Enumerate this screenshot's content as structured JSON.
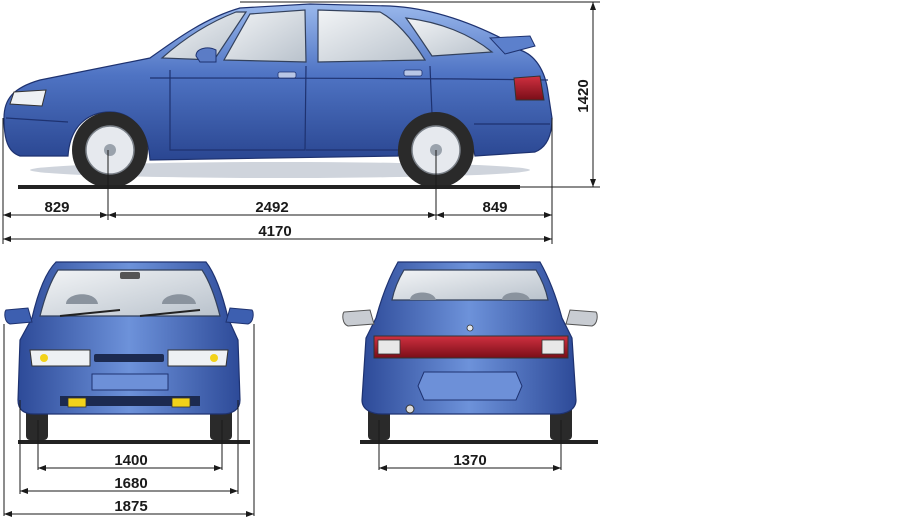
{
  "dimensions": {
    "front_overhang": "829",
    "wheelbase": "2492",
    "rear_overhang": "849",
    "overall_length": "4170",
    "height": "1420",
    "front_track": "1400",
    "body_width": "1680",
    "width_with_mirrors": "1875",
    "rear_track": "1370"
  },
  "colors": {
    "body": "#4a6fc0",
    "body_dark": "#2c4a9a",
    "body_light": "#8fb0e8",
    "glass": "#d7dde3",
    "tail_light": "#b0182a",
    "tire": "#2a2a2a",
    "fog_light": "#f2d21a"
  }
}
